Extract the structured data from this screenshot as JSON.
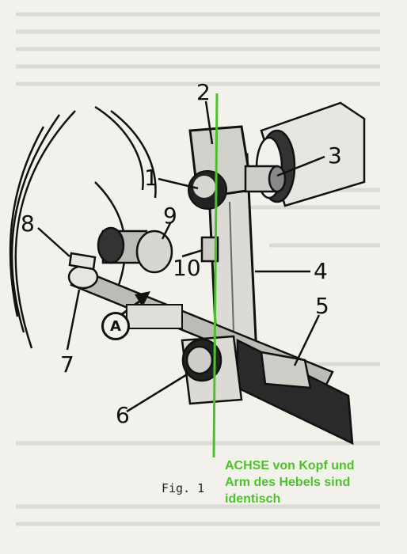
{
  "colors": {
    "accent": "#4cc22a",
    "ink": "#111111",
    "paper": "#f3f1ec"
  },
  "figure": {
    "caption": "Fig. 1",
    "callouts": {
      "n1": "1",
      "n2": "2",
      "n3": "3",
      "n4": "4",
      "n5": "5",
      "n6": "6",
      "n7": "7",
      "n8": "8",
      "n9": "9",
      "n10": "10"
    },
    "arrow_label": "A"
  },
  "annotation": {
    "lines": [
      "ACHSE von Kopf und",
      "Arm des Hebels sind",
      "identisch"
    ]
  }
}
